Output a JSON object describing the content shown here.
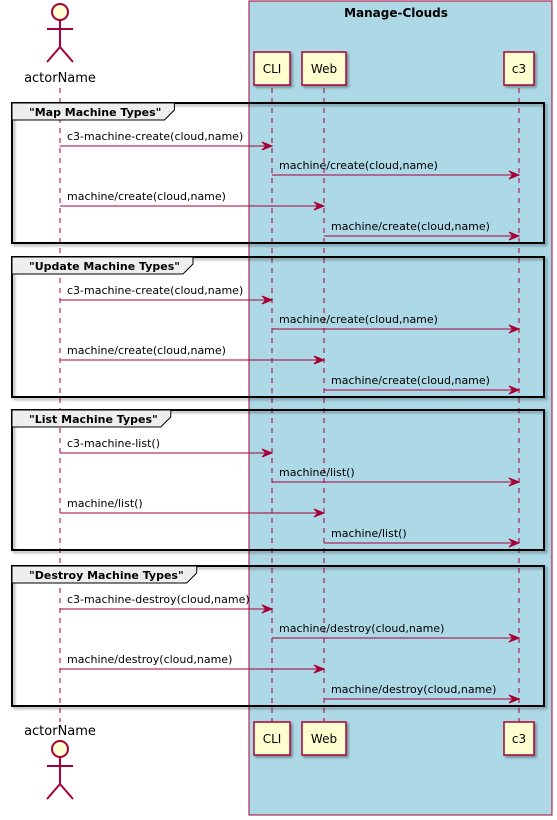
{
  "colors": {
    "box_fill": "#ADD8E6",
    "line": "#A80036",
    "participant_fill": "#FEFECE",
    "fragment_border": "#000000",
    "fragment_tab": "#EEEEEE"
  },
  "box": {
    "title": "Manage-Clouds"
  },
  "actor": {
    "name": "actorName",
    "icon": "stick-figure-icon"
  },
  "participants": [
    {
      "id": "cli",
      "label": "CLI"
    },
    {
      "id": "web",
      "label": "Web"
    },
    {
      "id": "c3",
      "label": "c3"
    }
  ],
  "fragments": [
    {
      "title": "\"Map Machine Types\"",
      "messages": [
        {
          "from": "actor",
          "to": "cli",
          "label": "c3-machine-create(cloud,name)"
        },
        {
          "from": "cli",
          "to": "c3",
          "label": "machine/create(cloud,name)"
        },
        {
          "from": "actor",
          "to": "web",
          "label": "machine/create(cloud,name)"
        },
        {
          "from": "web",
          "to": "c3",
          "label": "machine/create(cloud,name)"
        }
      ]
    },
    {
      "title": "\"Update Machine Types\"",
      "messages": [
        {
          "from": "actor",
          "to": "cli",
          "label": "c3-machine-create(cloud,name)"
        },
        {
          "from": "cli",
          "to": "c3",
          "label": "machine/create(cloud,name)"
        },
        {
          "from": "actor",
          "to": "web",
          "label": "machine/create(cloud,name)"
        },
        {
          "from": "web",
          "to": "c3",
          "label": "machine/create(cloud,name)"
        }
      ]
    },
    {
      "title": "\"List Machine Types\"",
      "messages": [
        {
          "from": "actor",
          "to": "cli",
          "label": "c3-machine-list()"
        },
        {
          "from": "cli",
          "to": "c3",
          "label": "machine/list()"
        },
        {
          "from": "actor",
          "to": "web",
          "label": "machine/list()"
        },
        {
          "from": "web",
          "to": "c3",
          "label": "machine/list()"
        }
      ]
    },
    {
      "title": "\"Destroy Machine Types\"",
      "messages": [
        {
          "from": "actor",
          "to": "cli",
          "label": "c3-machine-destroy(cloud,name)"
        },
        {
          "from": "cli",
          "to": "c3",
          "label": "machine/destroy(cloud,name)"
        },
        {
          "from": "actor",
          "to": "web",
          "label": "machine/destroy(cloud,name)"
        },
        {
          "from": "web",
          "to": "c3",
          "label": "machine/destroy(cloud,name)"
        }
      ]
    }
  ]
}
